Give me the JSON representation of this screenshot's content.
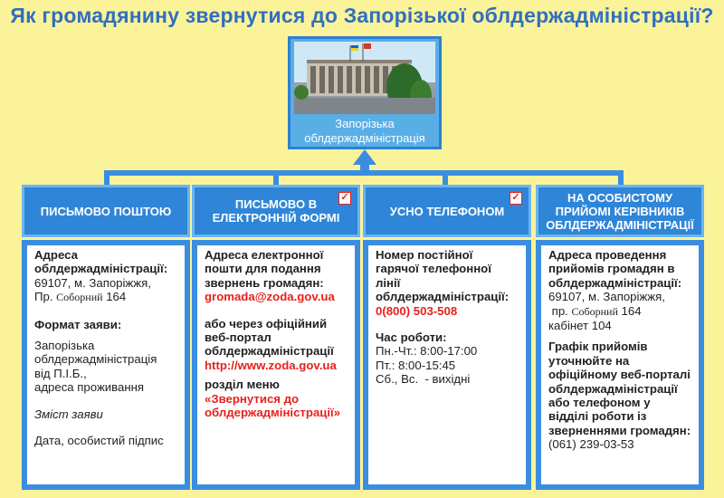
{
  "title": "Як громадянину звернутися до Запорізької облдержадміністрації?",
  "photo": {
    "caption_line1": "Запорізька",
    "caption_line2": "облдержадміністрація"
  },
  "columns": [
    {
      "header": "ПИСЬМОВО ПОШТОЮ"
    },
    {
      "header": "ПИСЬМОВО В ЕЛЕКТРОННІЙ ФОРМІ"
    },
    {
      "header": "УСНО ТЕЛЕФОНОМ"
    },
    {
      "header": "НА ОСОБИСТОМУ ПРИЙОМІ КЕРІВНИКІВ ОБЛДЕРЖАДМІНІСТРАЦІЇ"
    }
  ],
  "mail": {
    "address_label": "Адреса облдержадміністрації:",
    "address_line1": "69107, м. Запоріжжя,",
    "address_pr": "Пр.",
    "address_street": "Соборний",
    "address_num": "164",
    "format_label": "Формат заяви:",
    "format_line1": "Запорізька облдержадміністрація",
    "format_line2": "від П.І.Б.,",
    "format_line3": "адреса проживання",
    "content": "Зміст заяви",
    "date_sign": "Дата, особистий підпис"
  },
  "electronic": {
    "label": "Адреса електронної пошти для подання звернень громадян:",
    "email": "gromada@zoda.gov.ua",
    "portal_label": "або через офіційний веб-портал облдержадміністрації",
    "url": "http://www.zoda.gov.ua",
    "menu_label": "розділ меню",
    "menu_item": "«Звернутися до облдержадміністрації»"
  },
  "phone": {
    "label": "Номер постійної гарячої телефонної лінії облдержадміністрації:",
    "number": "0(800) 503-508",
    "hours_label": "Час роботи:",
    "hours1": "Пн.-Чт.: 8:00-17:00",
    "hours2": "Пт.: 8:00-15:45",
    "hours3": "Сб., Вс.  - вихідні"
  },
  "reception": {
    "label": "Адреса проведення прийомів громадян в облдержадміністрації:",
    "address_line1": "69107, м. Запоріжжя,",
    "address_pr": "пр.",
    "address_street": "Соборний",
    "address_num": "164",
    "cabinet": "кабінет 104",
    "schedule": "Графік прийомів уточнюйте на офіційному веб-порталі облдержадміністрації або телефоном у відділі роботи із зверненнями громадян:",
    "schedule_phone": "(061) 239-03-53"
  },
  "colors": {
    "background": "#fbf39a",
    "header": "#2f86d8",
    "border": "#3b8de0",
    "title": "#2f6fbf",
    "accent": "#e8211b"
  }
}
